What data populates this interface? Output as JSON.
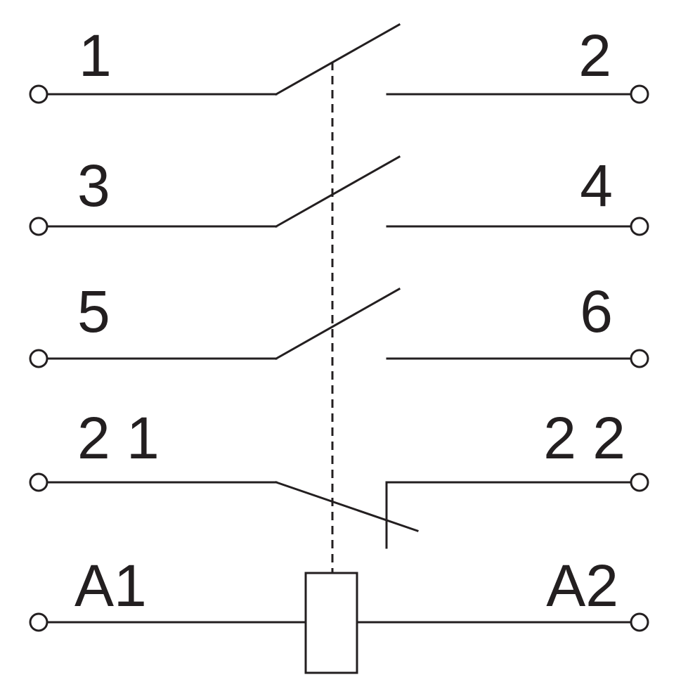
{
  "colors": {
    "ink": "#231f20",
    "background": "#ffffff"
  },
  "contacts": [
    {
      "type": "normally-open",
      "left_label": "1",
      "right_label": "2"
    },
    {
      "type": "normally-open",
      "left_label": "3",
      "right_label": "4"
    },
    {
      "type": "normally-open",
      "left_label": "5",
      "right_label": "6"
    },
    {
      "type": "normally-closed",
      "left_label": "2 1",
      "right_label": "2 2"
    }
  ],
  "coil": {
    "left_label": "A1",
    "right_label": "A2"
  }
}
